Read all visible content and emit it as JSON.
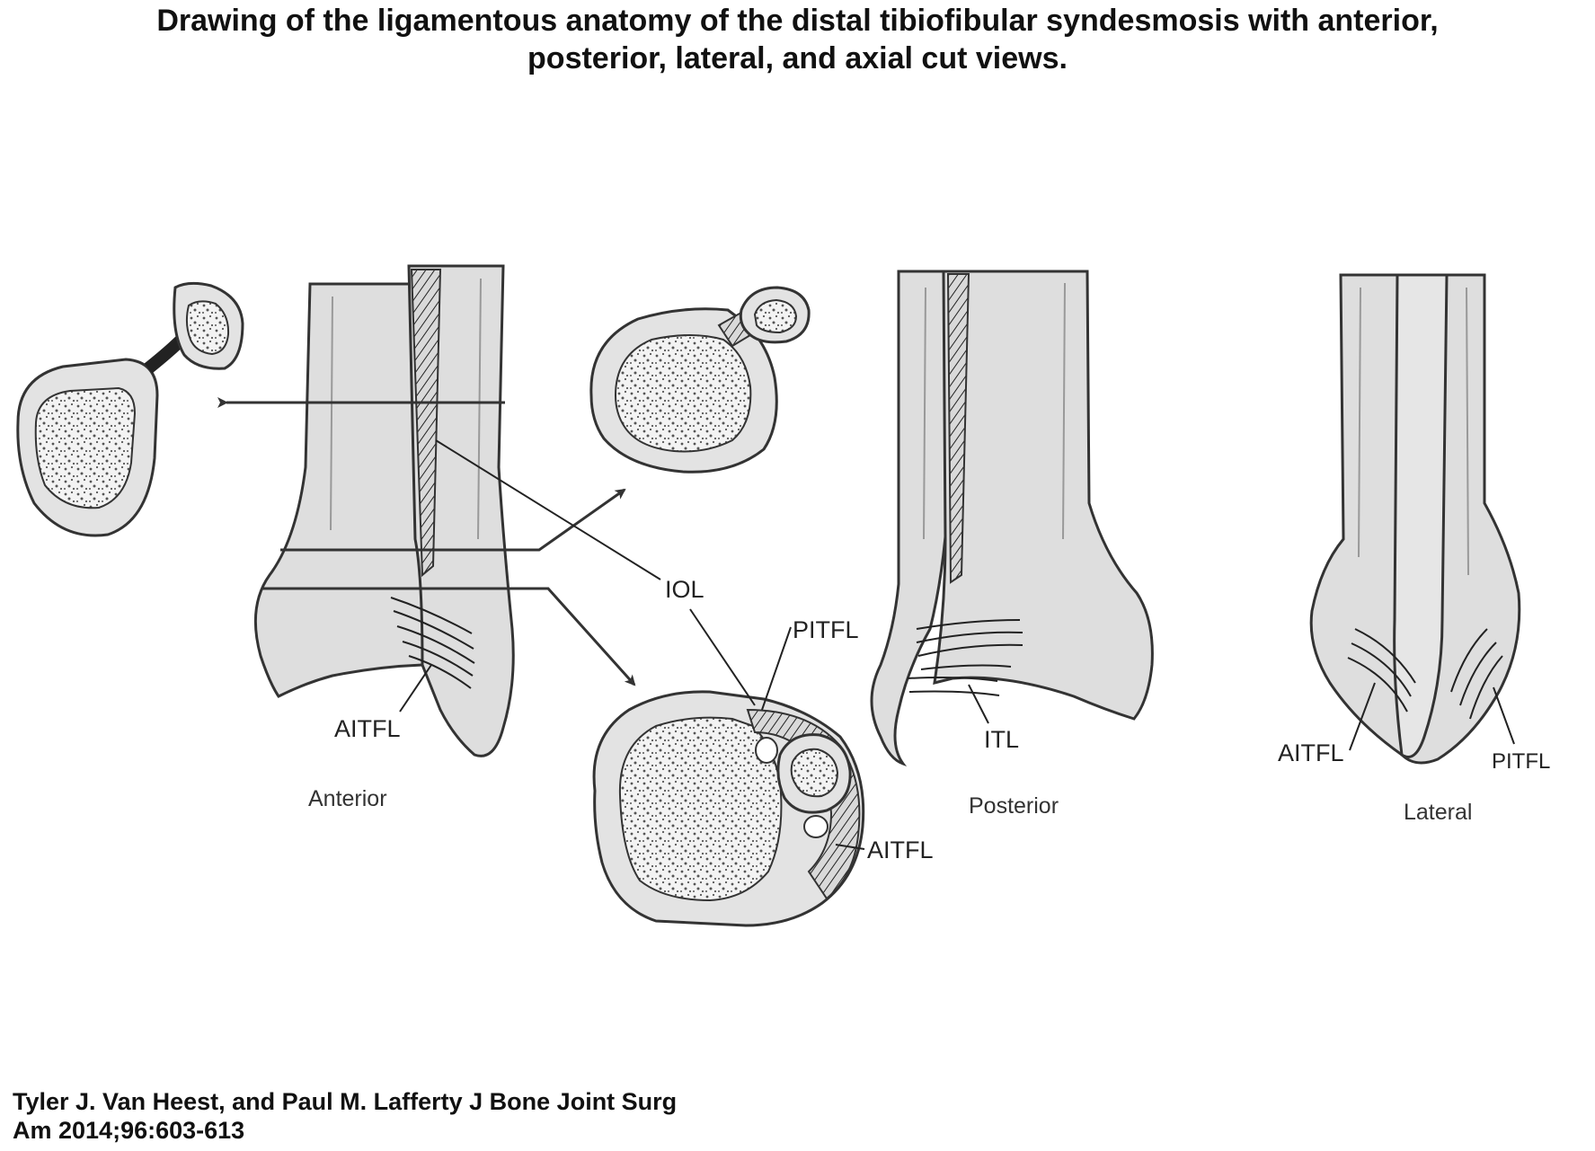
{
  "title": {
    "line1": "Drawing of the ligamentous anatomy of the distal tibiofibular syndesmosis with anterior,",
    "line2": "posterior, lateral, and axial cut views."
  },
  "labels": {
    "iol": "IOL",
    "pitfl_axial": "PITFL",
    "aitfl_anterior": "AITFL",
    "aitfl_axial": "AITFL",
    "itl": "ITL",
    "aitfl_lateral": "AITFL",
    "pitfl_lateral": "PITFL"
  },
  "captions": {
    "anterior": "Anterior",
    "posterior": "Posterior",
    "lateral": "Lateral"
  },
  "citation": {
    "line1": "Tyler J. Van Heest, and Paul M. Lafferty J Bone Joint Surg",
    "line2": "Am 2014;96:603-613"
  }
}
